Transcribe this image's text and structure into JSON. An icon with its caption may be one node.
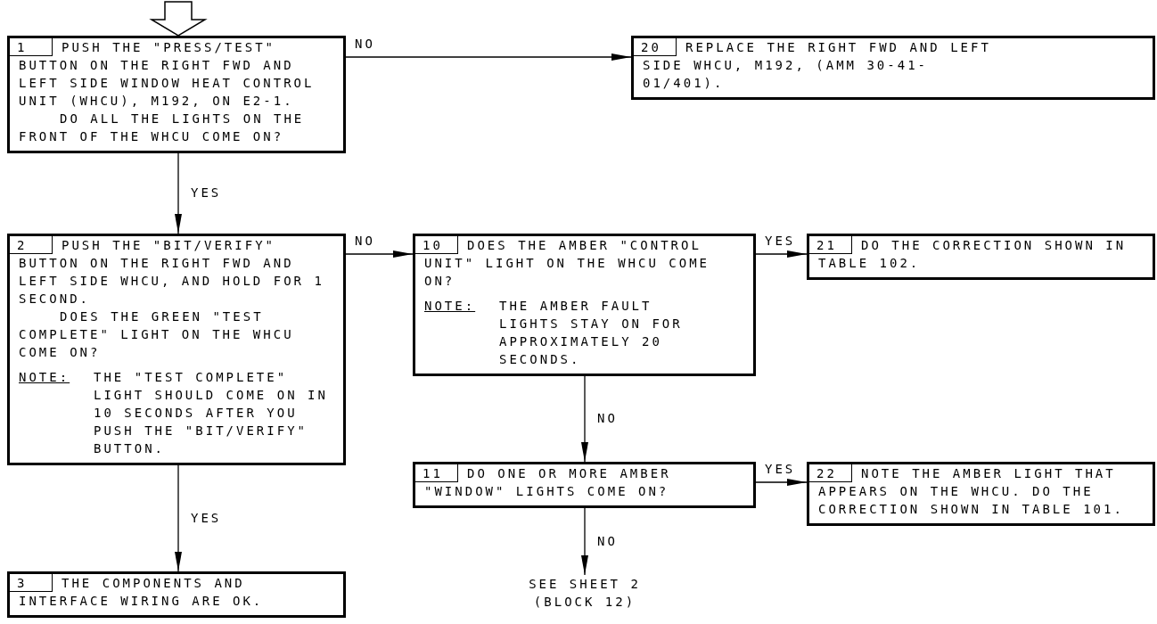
{
  "diagram": {
    "nodes": [
      {
        "text": [
          "1",
          "PUSH THE \"PRESS/TEST\" BUTTON ON THE RIGHT FWD AND LEFT SIDE WINDOW HEAT CONTROL UNIT (WHCU), M192, ON E2-1.",
          "DO ALL THE LIGHTS ON THE FRONT OF THE WHCU COME ON?"
        ]
      },
      {
        "text": [
          "20",
          "REPLACE THE RIGHT FWD AND LEFT SIDE WHCU, M192, (AMM 30-41-01/401)."
        ]
      },
      {
        "text": [
          "2",
          "PUSH THE \"BIT/VERIFY\" BUTTON ON THE RIGHT FWD AND LEFT SIDE WHCU, AND HOLD FOR 1 SECOND.",
          "DOES THE GREEN \"TEST COMPLETE\" LIGHT ON THE WHCU COME ON?",
          "NOTE:",
          "THE \"TEST COMPLETE\" LIGHT SHOULD COME ON IN 10 SECONDS AFTER YOU PUSH THE \"BIT/VERIFY\" BUTTON."
        ]
      },
      {
        "text": [
          "10",
          "DOES THE AMBER \"CONTROL UNIT\" LIGHT ON THE WHCU COME ON?",
          "NOTE:",
          "THE AMBER FAULT LIGHTS STAY ON FOR APPROXIMATELY 20 SECONDS."
        ]
      },
      {
        "text": [
          "21",
          "DO THE CORRECTION SHOWN IN TABLE 102."
        ]
      },
      {
        "text": [
          "11",
          "DO ONE OR MORE AMBER \"WINDOW\" LIGHTS COME ON?"
        ]
      },
      {
        "text": [
          "22",
          "NOTE THE AMBER LIGHT THAT APPEARS ON THE WHCU. DO THE CORRECTION SHOWN IN TABLE 101."
        ]
      },
      {
        "text": [
          "3",
          "THE COMPONENTS AND INTERFACE WIRING ARE OK."
        ]
      },
      {
        "text": [
          "SEE SHEET 2 (BLOCK 12)"
        ]
      }
    ],
    "edges": [
      {
        "from": null,
        "to": 0,
        "arrow": "to",
        "style": "thick"
      },
      {
        "from": 0,
        "to": 1,
        "arrow": "to",
        "label": "NO"
      },
      {
        "from": 0,
        "to": 2,
        "arrow": "to",
        "label": "YES"
      },
      {
        "from": 2,
        "to": 3,
        "arrow": "to",
        "label": "NO"
      },
      {
        "from": 3,
        "to": 4,
        "arrow": "to",
        "label": "YES"
      },
      {
        "from": 3,
        "to": 5,
        "arrow": "to",
        "label": "NO"
      },
      {
        "from": 5,
        "to": 6,
        "arrow": "to",
        "label": "YES"
      },
      {
        "from": 5,
        "to": 8,
        "arrow": "to",
        "label": "NO"
      },
      {
        "from": 2,
        "to": 7,
        "arrow": "to",
        "label": "YES"
      }
    ]
  }
}
